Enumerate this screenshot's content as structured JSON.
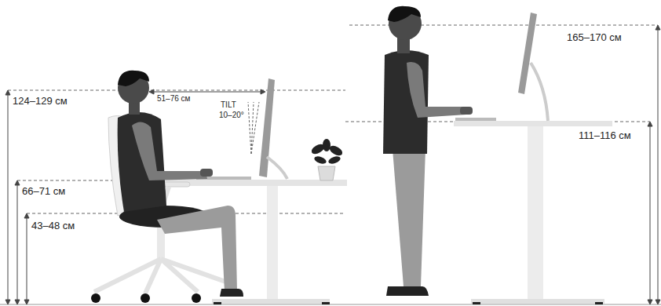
{
  "diagram": {
    "labels": [
      "124–129 см",
      "51–76 см",
      "TILT",
      "10–20°",
      "66–71 см",
      "43–48 см",
      "165–170 см",
      "111–116 см"
    ]
  }
}
